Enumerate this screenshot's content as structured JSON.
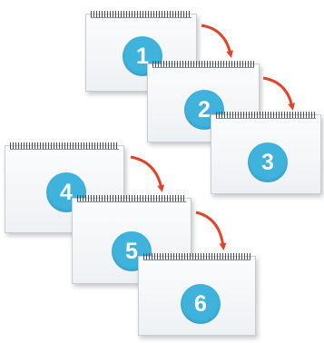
{
  "steps": [
    {
      "label": "1"
    },
    {
      "label": "2"
    },
    {
      "label": "3"
    },
    {
      "label": "4"
    },
    {
      "label": "5"
    },
    {
      "label": "6"
    }
  ],
  "colors": {
    "circle": "#3fb3dc",
    "arrow": "#e0452a",
    "page": "#f3f5f7",
    "spiral": "#4a4f55"
  },
  "icons": {
    "arrow": "curved-arrow-icon",
    "binding": "spiral-binding-icon"
  }
}
